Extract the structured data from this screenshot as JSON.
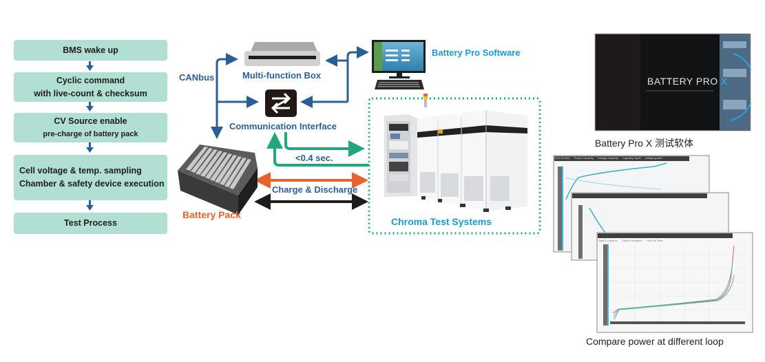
{
  "flow_steps": [
    {
      "lines": [
        "BMS wake up"
      ]
    },
    {
      "lines": [
        "Cyclic command",
        "with live-count & checksum"
      ]
    },
    {
      "lines": [
        "CV Source enable",
        "pre-charge of battery pack"
      ]
    },
    {
      "lines": [
        "Cell voltage & temp. sampling",
        "Chamber & safety device execution"
      ]
    },
    {
      "lines": [
        "Test Process"
      ]
    }
  ],
  "labels": {
    "canbus": "CANbus",
    "multi_function_box": "Multi-function Box",
    "communication_interface": "Communication Interface",
    "battery_pro_software": "Battery Pro Software",
    "latency": "<0.4 sec.",
    "charge_discharge": "Charge & Discharge",
    "battery_pack": "Battery Pack",
    "chroma_test_systems": "Chroma Test Systems"
  },
  "splash": {
    "title": "BATTERY PRO",
    "title_x": "X",
    "caption": "Battery Pro X 测试软体"
  },
  "chart_windows": {
    "tabs": [
      "SOC/Q time",
      "Power-Capacity",
      "Voltage-Capacity",
      "Capacity-Cycle",
      "voltage-power"
    ],
    "radio_options": [
      "Step Compared",
      "Cycle Compared",
      "Over All Time"
    ],
    "caption": "Compare power at different loop"
  },
  "colors": {
    "step_fill": "#b2dfd4",
    "blue_arrow": "#2a5f96",
    "teal_arrow": "#22a67e",
    "orange_arrow": "#e8632b",
    "black_arrow": "#1d1d1b",
    "dotted_border": "#22a67e",
    "software_label": "#1a9ad6"
  }
}
